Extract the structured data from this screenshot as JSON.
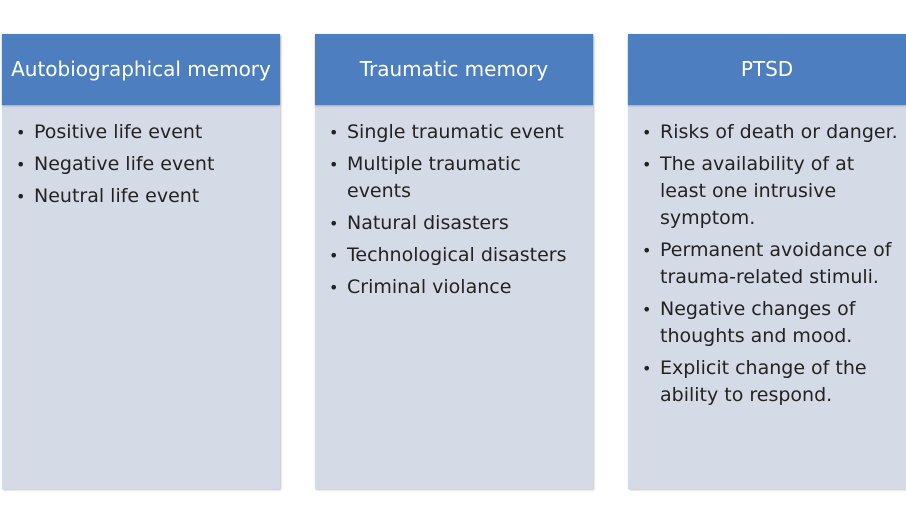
{
  "columns": [
    {
      "header": "Autobiographical memory",
      "items": [
        "Positive life event",
        "Negative life event",
        "Neutral life event"
      ]
    },
    {
      "header": "Traumatic memory",
      "items": [
        "Single traumatic event",
        "Multiple traumatic events",
        "Natural disasters",
        "Technological disasters",
        "Criminal violance"
      ]
    },
    {
      "header": "PTSD",
      "items": [
        "Risks of death or danger.",
        "The availability of at least one intrusive symptom.",
        "Permanent avoidance of trauma-related stimuli.",
        "Negative changes of thoughts and mood.",
        "Explicit change of the ability to respond."
      ]
    }
  ],
  "colors": {
    "header_bg": "#4d7ebf",
    "body_bg": "#d5dbe6",
    "header_text": "#ffffff",
    "body_text": "#222222"
  },
  "icons": {
    "bullet": "bullet-dot-icon"
  }
}
